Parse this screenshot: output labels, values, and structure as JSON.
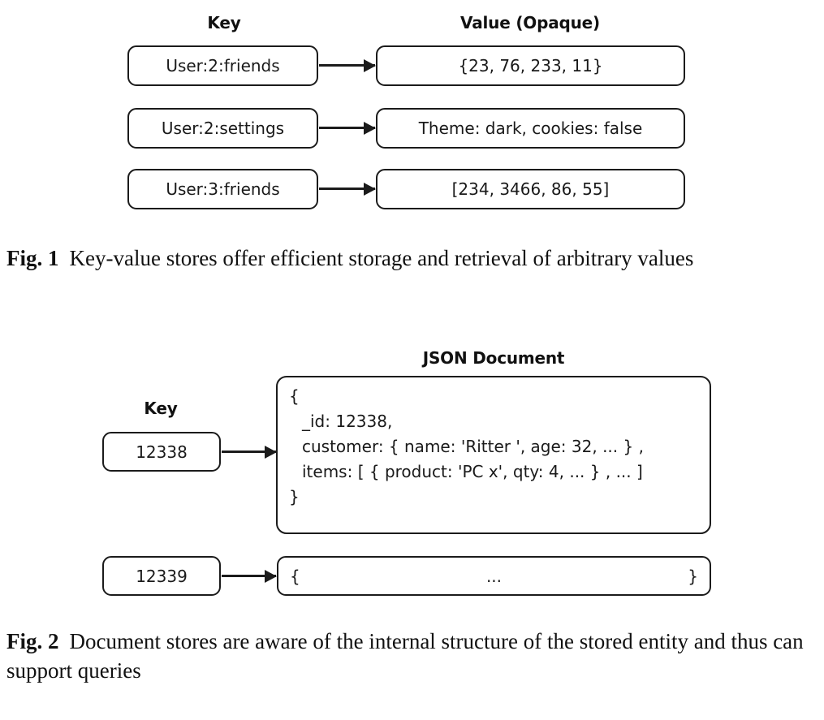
{
  "figure1": {
    "headers": {
      "key": "Key",
      "value": "Value (Opaque)"
    },
    "rows": [
      {
        "key": "User:2:friends",
        "value": "{23, 76, 233, 11}"
      },
      {
        "key": "User:2:settings",
        "value": "Theme: dark, cookies: false"
      },
      {
        "key": "User:3:friends",
        "value": "[234, 3466, 86, 55]"
      }
    ],
    "caption": {
      "label": "Fig. 1",
      "text": "Key-value stores offer efficient storage and retrieval of arbitrary values"
    }
  },
  "figure2": {
    "headers": {
      "key": "Key",
      "document": "JSON Document"
    },
    "rows": [
      {
        "key": "12338",
        "document_lines": [
          "{",
          "_id: 12338,",
          "customer: { name:  'Ritter ', age: 32, ... } ,",
          "items: [ { product: 'PC x', qty: 4, ... } , ... ]",
          "}"
        ]
      },
      {
        "key": "12339",
        "stub": {
          "brace_open": "{",
          "ellipsis": "...",
          "brace_close": "}"
        }
      }
    ],
    "caption": {
      "label": "Fig. 2",
      "text": "Document stores are aware of the internal structure of the stored entity and thus can support queries"
    }
  },
  "colors": {
    "ink": "#1b1b1b",
    "background": "#ffffff"
  }
}
